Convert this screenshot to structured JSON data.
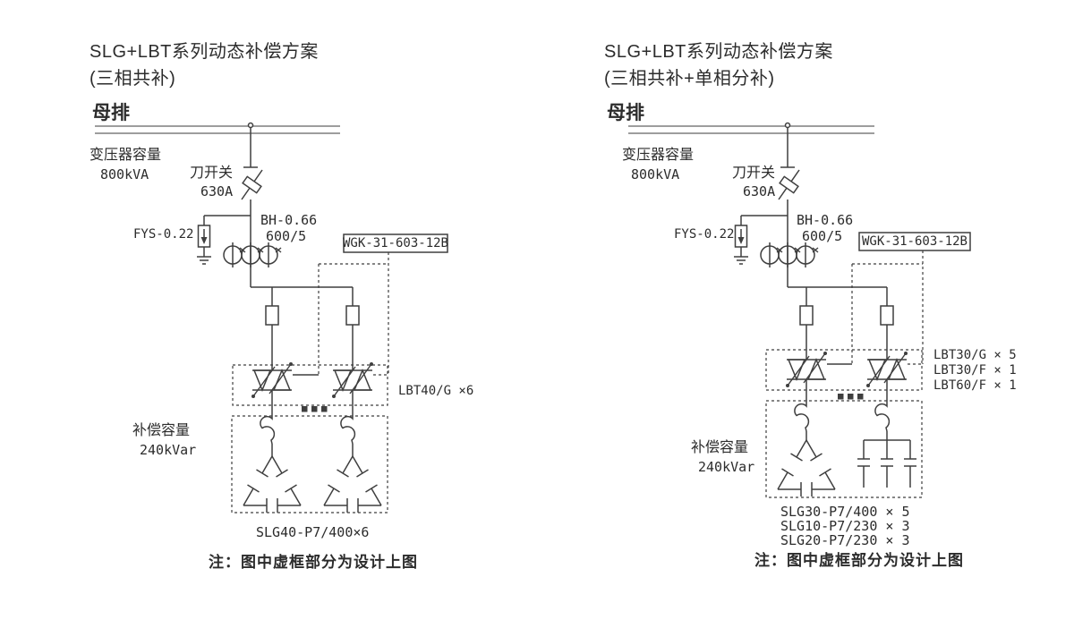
{
  "colors": {
    "line": "#3f3f3f",
    "busbar": "#8f8f8f",
    "text": "#2c2c2c",
    "background": "#ffffff"
  },
  "left": {
    "title_line1": "SLG+LBT系列动态补偿方案",
    "title_line2": "(三相共补)",
    "bus_label": "母排",
    "transformer_label": "变压器容量",
    "transformer_value": "800kVA",
    "switch_label": "刀开关",
    "switch_value": "630A",
    "arrester_model": "FYS-0.22",
    "ct_model": "BH-0.66",
    "ct_ratio": "600/5",
    "controller_model": "WGK-31-603-12B",
    "thyristor_model": "LBT40/G ×6",
    "comp_label": "补偿容量",
    "comp_value": "240kVar",
    "cap_model": "SLG40-P7/400×6",
    "note": "注：图中虚框部分为设计上图"
  },
  "right": {
    "title_line1": "SLG+LBT系列动态补偿方案",
    "title_line2": "(三相共补+单相分补)",
    "bus_label": "母排",
    "transformer_label": "变压器容量",
    "transformer_value": "800kVA",
    "switch_label": "刀开关",
    "switch_value": "630A",
    "arrester_model": "FYS-0.22",
    "ct_model": "BH-0.66",
    "ct_ratio": "600/5",
    "controller_model": "WGK-31-603-12B",
    "thyristor_models": [
      "LBT30/G × 5",
      "LBT30/F × 1",
      "LBT60/F × 1"
    ],
    "comp_label": "补偿容量",
    "comp_value": "240kVar",
    "cap_models": [
      "SLG30-P7/400  × 5",
      "SLG10-P7/230  × 3",
      "SLG20-P7/230  × 3"
    ],
    "note": "注：图中虚框部分为设计上图"
  }
}
